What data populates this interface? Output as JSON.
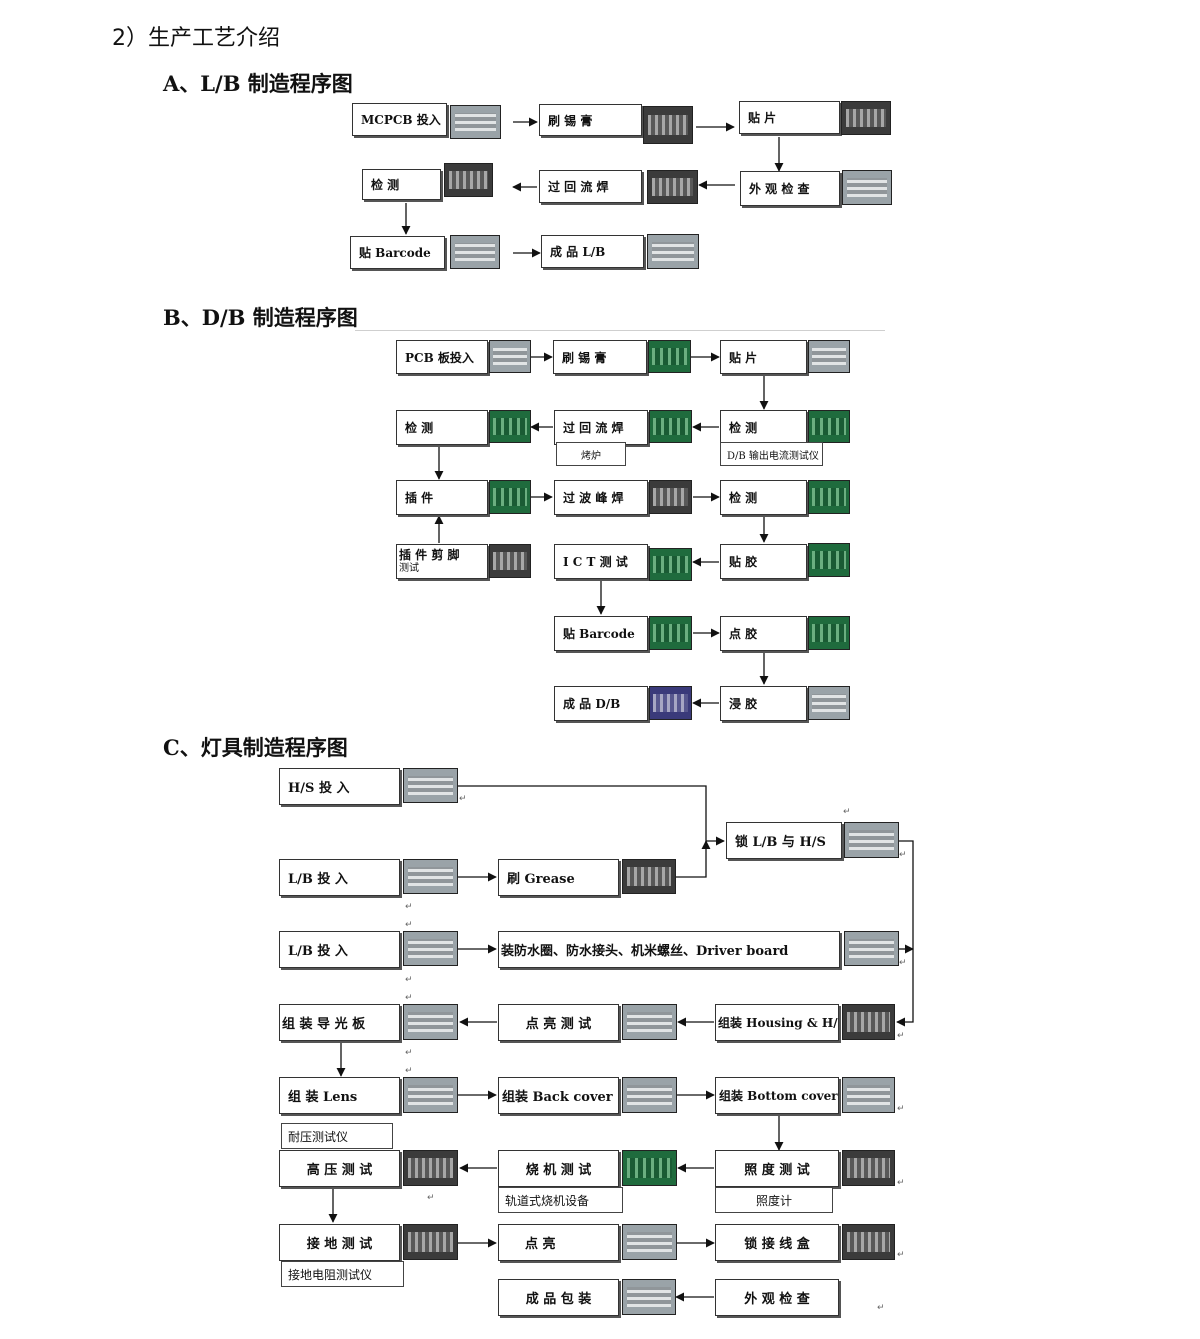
{
  "section_title": "2）生产工艺介绍",
  "return_mark": "↵",
  "diagram_a": {
    "heading": "A、L/B 制造程序图",
    "nodes": {
      "a1": "MCPCB 投入",
      "a2": "刷  锡  膏",
      "a3": "贴    片",
      "a4": "检    测",
      "a5": "过 回 流 焊",
      "a6": "外 观 检 查",
      "a7": "贴 Barcode",
      "a8": "成  品   L/B"
    }
  },
  "diagram_b": {
    "heading": "B、D/B 制造程序图",
    "nodes": {
      "b1": "PCB 板投入",
      "b2": "刷     锡     膏",
      "b3": "贴              片",
      "b4": "检              测",
      "b5": "过 回 流 焊",
      "b6": "检              测",
      "b7": "插              件",
      "b8": "过 波 峰 焊",
      "b9": "检              测",
      "b10": "插  件  剪  脚",
      "b11": "I C T  测    试",
      "b12": "贴              胶",
      "b13": "贴 Barcode",
      "b14": "点              胶",
      "b15": "成    品    D/B",
      "b16": "浸              胶"
    },
    "notes": {
      "oven": "烤炉",
      "db_tester": "D/B 输出电流测试仪",
      "cut_test": "测试"
    }
  },
  "diagram_c": {
    "heading": "C、灯具制造程序图",
    "nodes": {
      "c1": "H/S   投   入",
      "c2": "锁 L/B 与 H/S",
      "c3": "L/B   投   入",
      "c4": "刷     Grease",
      "c5": "L/B   投   入",
      "c6": "装防水圈、防水接头、机米螺丝、Driver board",
      "c7": "组 装 导 光 板",
      "c8": "点 亮 测 试",
      "c9": "组装 Housing & H/S",
      "c10": "组    装    Lens",
      "c11": "组装 Back cover",
      "c12": "组装 Bottom cover",
      "c13": "高 压 测 试",
      "c14": "烧 机 测 试",
      "c15": "照 度 测 试",
      "c16": "接 地 测 试",
      "c17": "点          亮",
      "c18": "锁 接 线 盒",
      "c19": "成 品 包 装",
      "c20": "外 观 检 查"
    },
    "notes": {
      "hipot": "耐压测试仪",
      "burnin": "轨道式烧机设备",
      "lux": "照度计",
      "ground": "接地电阻测试仪"
    }
  }
}
